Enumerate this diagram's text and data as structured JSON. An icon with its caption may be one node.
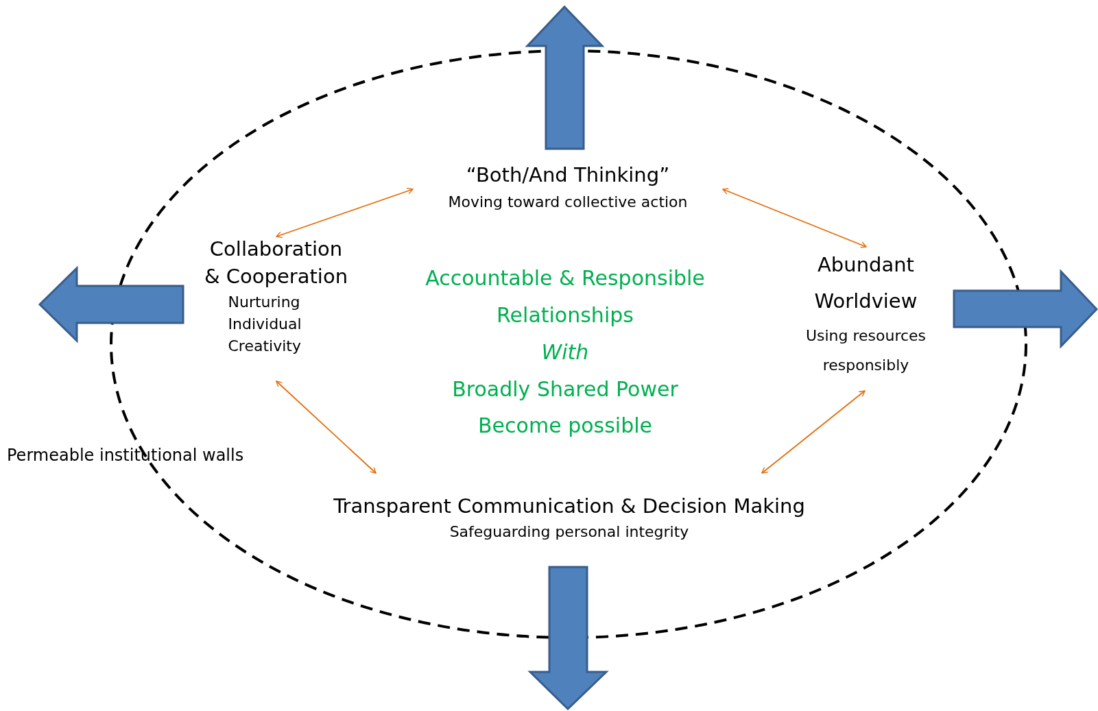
{
  "diagram": {
    "nodes": [
      {
        "text": [
          "“Both/And Thinking”",
          "Moving toward collective action"
        ]
      },
      {
        "text": [
          "Collaboration & Cooperation",
          "Nurturing Individual Creativity"
        ]
      },
      {
        "text": [
          "Abundant Worldview",
          "Using resources responsibly"
        ]
      },
      {
        "text": [
          "Transparent Communication & Decision Making",
          "Safeguarding personal integrity"
        ]
      }
    ],
    "edges": [
      {
        "from": 0,
        "to": 1,
        "arrow": "both",
        "color": "#e36c09"
      },
      {
        "from": 0,
        "to": 2,
        "arrow": "both",
        "color": "#e36c09"
      },
      {
        "from": 1,
        "to": 3,
        "arrow": "both",
        "color": "#e36c09"
      },
      {
        "from": 2,
        "to": 3,
        "arrow": "both",
        "color": "#e36c09"
      }
    ],
    "labels": [
      "Accountable & Responsible",
      "Relationships",
      "With",
      "Broadly Shared Power",
      "Become possible",
      "Permeable institutional walls"
    ]
  }
}
